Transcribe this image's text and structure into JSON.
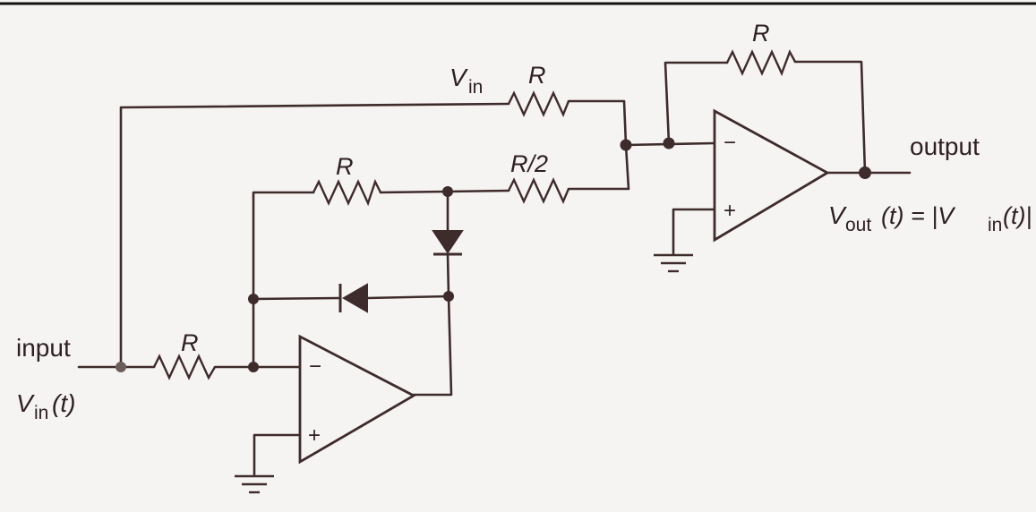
{
  "labels": {
    "input": "input",
    "input_signal_V": "V",
    "input_signal_sub": "in",
    "input_signal_arg": "(t)",
    "output": "output",
    "out_V": "V",
    "out_sub": "out",
    "out_eq": "(t) = |V",
    "out_sub2": "in",
    "out_tail": "(t)|",
    "vin_V": "V",
    "vin_sub": "in",
    "r_top_feedback": "R",
    "r_vin": "R",
    "r_inner": "R",
    "r_half": "R/2",
    "r_input": "R",
    "minus_sign": "−",
    "plus_sign": "+"
  }
}
